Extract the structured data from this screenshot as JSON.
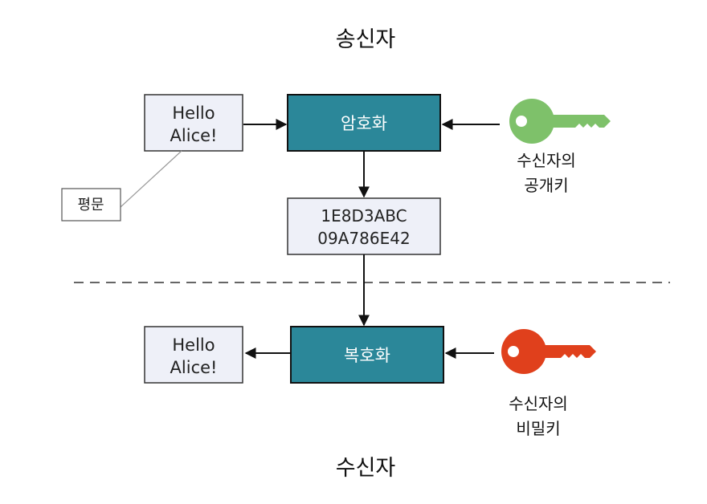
{
  "sender": {
    "title": "송신자"
  },
  "receiver": {
    "title": "수신자"
  },
  "plaintext_top": {
    "line1": "Hello",
    "line2": "Alice!"
  },
  "plaintext_bottom": {
    "line1": "Hello",
    "line2": "Alice!"
  },
  "plaintext_note": "평문",
  "encrypt": {
    "label": "암호화"
  },
  "decrypt": {
    "label": "복호화"
  },
  "ciphertext": {
    "line1": "1E8D3ABC",
    "line2": "09A786E42"
  },
  "public_key": {
    "line1": "수신자의",
    "line2": "공개키",
    "icon": "key-icon",
    "color": "#7ec16a"
  },
  "private_key": {
    "line1": "수신자의",
    "line2": "비밀키",
    "icon": "key-icon",
    "color": "#e0401c"
  },
  "colors": {
    "process_fill": "#2b8799",
    "box_fill": "#eef0f8"
  }
}
